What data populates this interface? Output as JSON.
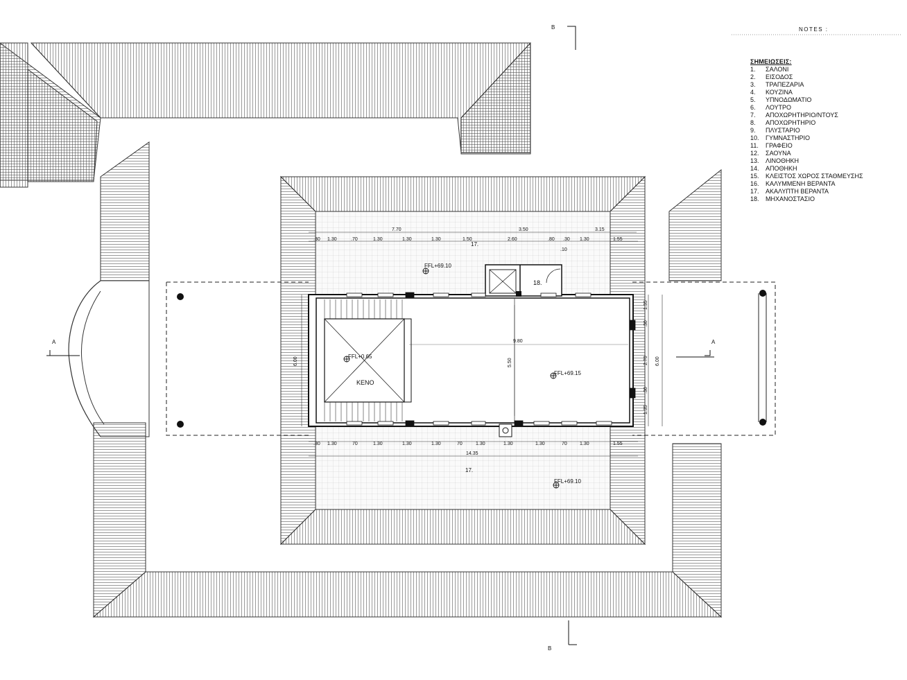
{
  "header": {
    "notes_label": "NOTES :"
  },
  "notes": {
    "title": "ΣΗΜΕΙΩΣΕΙΣ:",
    "items": [
      {
        "num": "1.",
        "label": "ΣΑΛΟΝΙ"
      },
      {
        "num": "2.",
        "label": "ΕΙΣΟΔΟΣ"
      },
      {
        "num": "3.",
        "label": "ΤΡΑΠΕΖΑΡΙΑ"
      },
      {
        "num": "4.",
        "label": "ΚΟΥΖΙΝΑ"
      },
      {
        "num": "5.",
        "label": "ΥΠΝΟΔΩΜΑΤΙΟ"
      },
      {
        "num": "6.",
        "label": "ΛΟΥΤΡΟ"
      },
      {
        "num": "7.",
        "label": "ΑΠΟΧΩΡΗΤΗΡΙΟ/ΝΤΟΥΣ"
      },
      {
        "num": "8.",
        "label": "ΑΠΟΧΩΡΗΤΗΡΙΟ"
      },
      {
        "num": "9.",
        "label": "ΠΛΥΣΤΑΡΙΟ"
      },
      {
        "num": "10.",
        "label": "ΓΥΜΝΑΣΤΗΡΙΟ"
      },
      {
        "num": "11.",
        "label": "ΓΡΑΦΕΙΟ"
      },
      {
        "num": "12.",
        "label": "ΣΑΟΥΝΑ"
      },
      {
        "num": "13.",
        "label": "ΛΙΝΟΘΗΚΗ"
      },
      {
        "num": "14.",
        "label": "ΑΠΟΘΗΚΗ"
      },
      {
        "num": "15.",
        "label": "ΚΛΕΙΣΤΟΣ ΧΩΡΟΣ ΣΤΑΘΜΕΥΣΗΣ"
      },
      {
        "num": "16.",
        "label": "ΚΑΛΥΜΜΕΝΗ ΒΕΡΑΝΤΑ"
      },
      {
        "num": "17.",
        "label": "ΑΚΑΛΥΠΤΗ ΒΕΡΑΝΤΑ"
      },
      {
        "num": "18.",
        "label": "ΜΗΧΑΝΟΣΤΑΣΙΟ"
      }
    ]
  },
  "section_marks": {
    "a_left": "A",
    "a_right": "A",
    "b_top": "B",
    "b_bottom": "B"
  },
  "rooms": {
    "machine_room": "18.",
    "void": "ΚΕΝΟ",
    "terrace_top": "17.",
    "terrace_bottom": "17."
  },
  "levels": {
    "terrace_top": "FFL+69.10",
    "void": "FFL+0.65",
    "main_room": "FFL+69.15",
    "terrace_bottom": "FFL+69.10"
  },
  "dimensions": {
    "top_totals": [
      "7.70",
      "3.50",
      "3.15"
    ],
    "top_row": [
      ".30",
      "1.30",
      ".70",
      "1.30",
      "1.30",
      "1.30",
      "1.50",
      "2.60",
      ".80",
      ".30",
      "1.30",
      "1.55"
    ],
    "top_small": ".10",
    "bottom_row": [
      ".30",
      "1.30",
      "70",
      "1.30",
      "1.30",
      "1.30",
      "70",
      "1.30",
      "1.30",
      "1.30",
      "70",
      "1.30",
      "1.55"
    ],
    "bottom_total": "14.35",
    "room_length": "9.80",
    "room_width": "5.50",
    "left_total": "6.00",
    "right_total": "6.00",
    "right_row": [
      "1.35",
      ".30",
      "2.70",
      ".30",
      "1.35"
    ]
  }
}
